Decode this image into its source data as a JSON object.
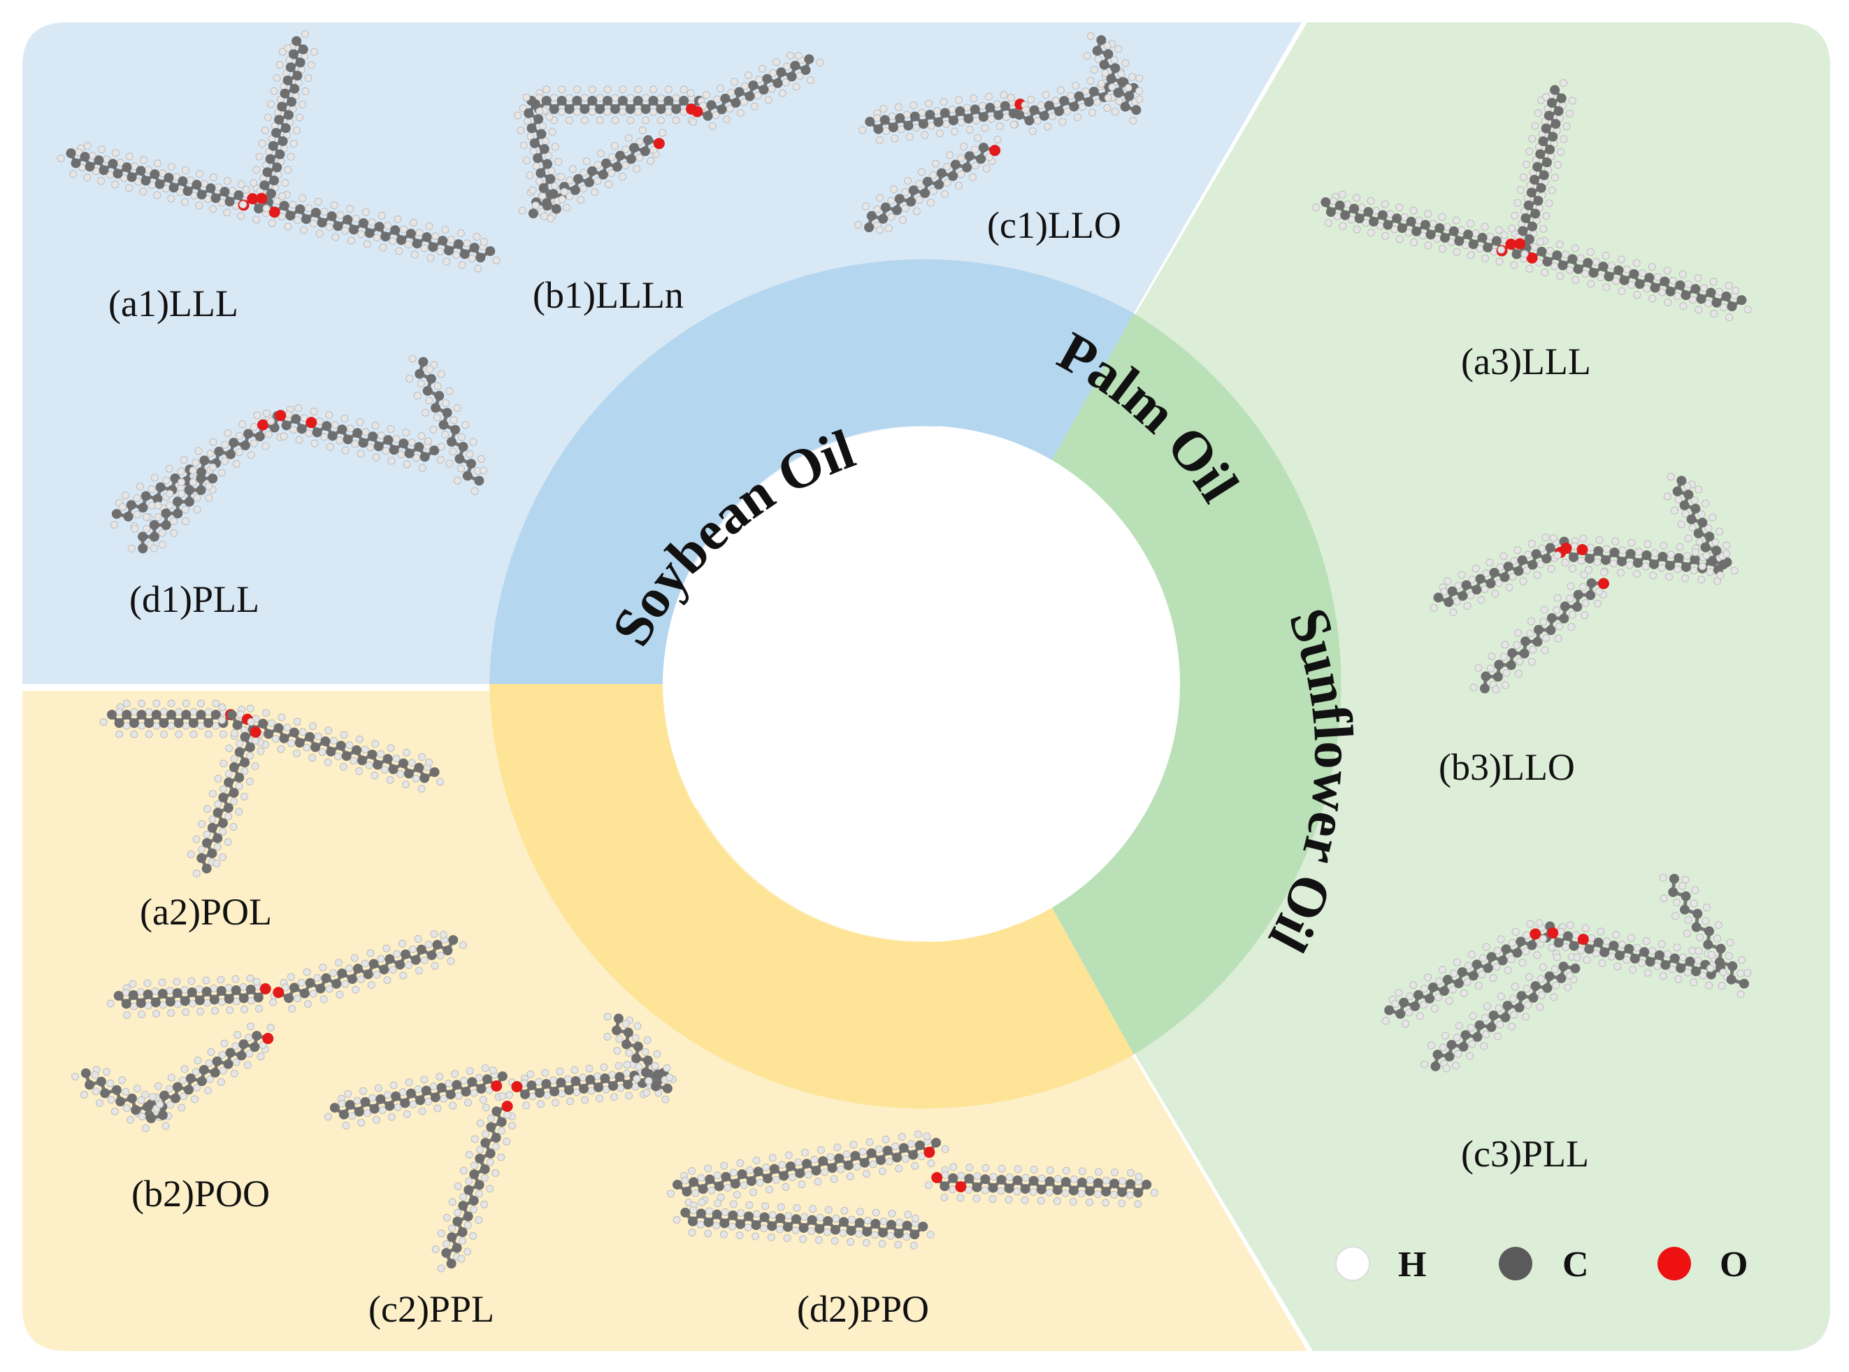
{
  "sections": [
    {
      "id": "soybean",
      "title": "Soybean Oil",
      "color": "#b4d6ef",
      "panel_color": "#d9e8f5",
      "molecules": [
        "(a1)LLL",
        "(b1)LLLn",
        "(c1)LLO",
        "(d1)PLL"
      ]
    },
    {
      "id": "palm",
      "title": "Palm Oil",
      "color": "#fde496",
      "panel_color": "#fdf0c8",
      "molecules": [
        "(a2)POL",
        "(b2)POO",
        "(c2)PPL",
        "(d2)PPO"
      ]
    },
    {
      "id": "sunflower",
      "title": "Sunflower Oil",
      "color": "#b9e0b6",
      "panel_color": "#dcedd8",
      "molecules": [
        "(a3)LLL",
        "(b3)LLO",
        "(c3)PLL"
      ]
    }
  ],
  "legend": [
    {
      "symbol": "H",
      "color": "#ffffff"
    },
    {
      "symbol": "C",
      "color": "#5a5a5a"
    },
    {
      "symbol": "O",
      "color": "#ee1111"
    }
  ],
  "atom_colors": {
    "carbon": "#6e6e6e",
    "hydrogen": "#e6e6e6",
    "oxygen": "#e41a1a"
  }
}
